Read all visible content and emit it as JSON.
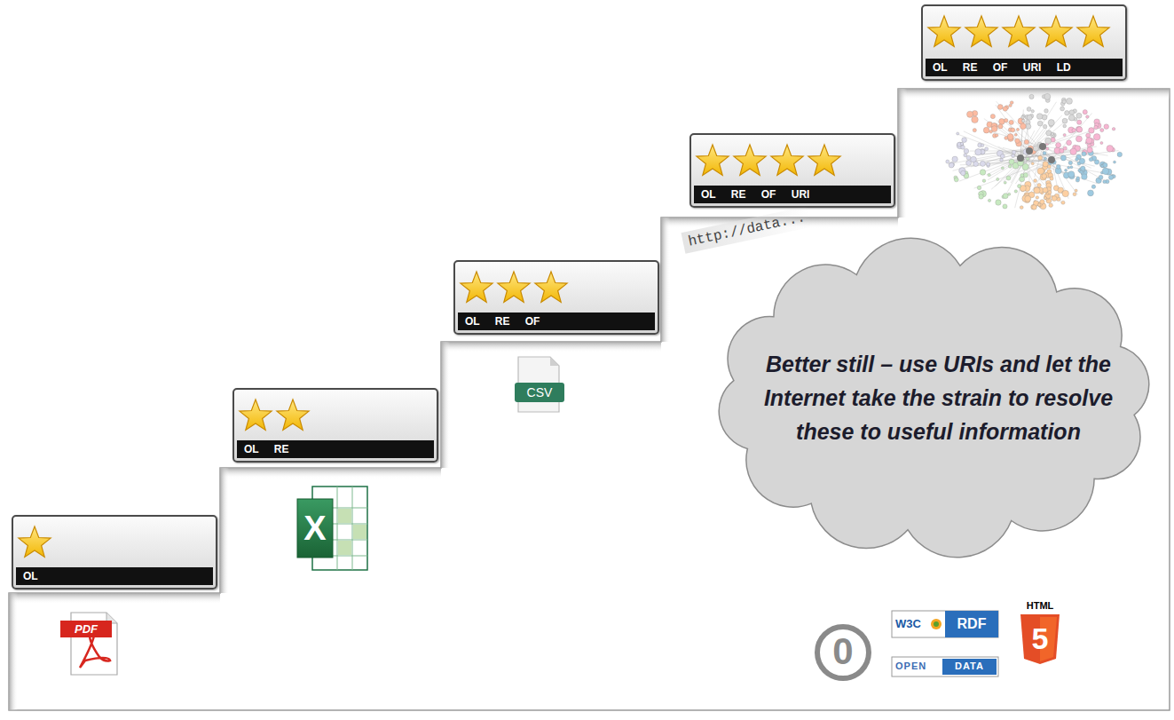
{
  "diagram": {
    "nodes": [
      {
        "text": [
          "OL"
        ]
      },
      {
        "text": [
          "OL RE"
        ]
      },
      {
        "text": [
          "OL RE OF"
        ]
      },
      {
        "text": [
          "OL RE OF URI"
        ]
      },
      {
        "text": [
          "OL RE OF URI LD"
        ]
      },
      {
        "text": [
          "Better still – use URIs and let the Internet take the strain to resolve these to useful information"
        ]
      }
    ],
    "labels": [
      "PDF",
      "X",
      "CSV",
      "http://data...",
      "0",
      "W3C",
      "RDF",
      "OPEN",
      "DATA",
      "HTML",
      "5"
    ]
  }
}
